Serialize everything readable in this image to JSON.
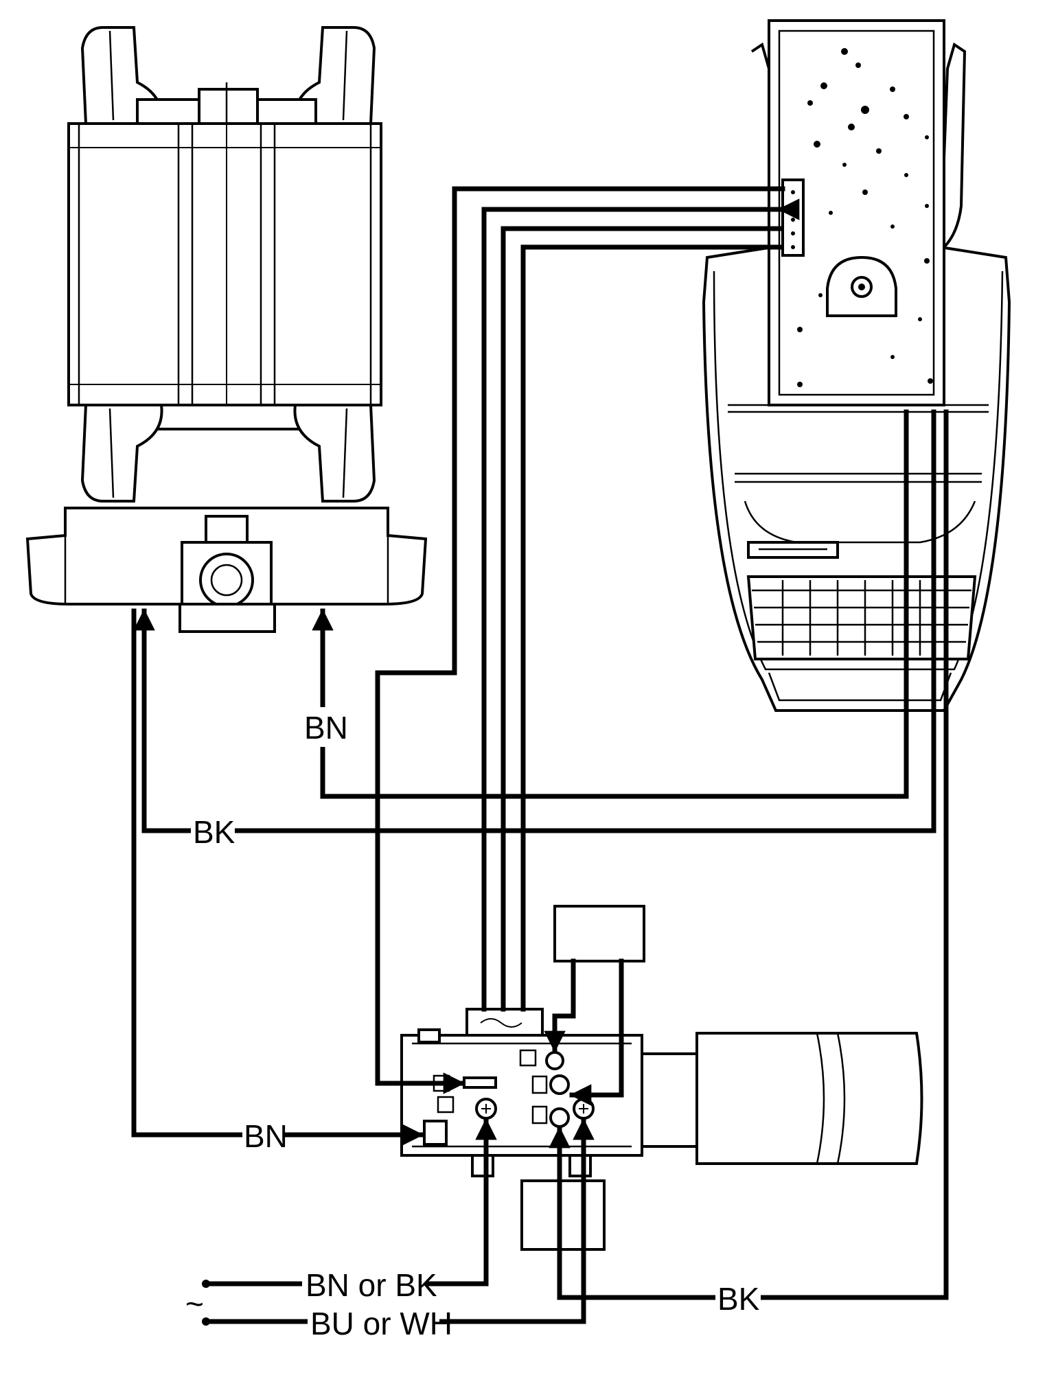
{
  "labels": {
    "bn_motor": "BN",
    "bk_motor": "BK",
    "bn_terminal": "BN",
    "supply_live": "BN or BK",
    "supply_neutral": "BU or WH",
    "bk_bottom": "BK",
    "ac_symbol": "~"
  },
  "colors": {
    "line": "#000000",
    "background": "#ffffff"
  }
}
